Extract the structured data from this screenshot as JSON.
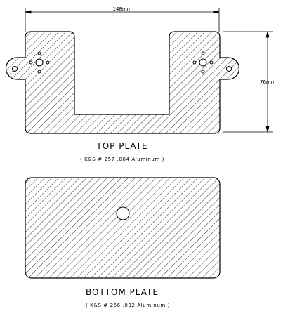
{
  "drawing": {
    "dimensions": {
      "width_label": "148mm",
      "height_label": "76mm"
    },
    "top_plate": {
      "title": "TOP PLATE",
      "spec": "( K&S # 257 .064 Aluminum )"
    },
    "bottom_plate": {
      "title": "BOTTOM PLATE",
      "spec": "( K&S # 256 .032 Aluminum )"
    }
  }
}
